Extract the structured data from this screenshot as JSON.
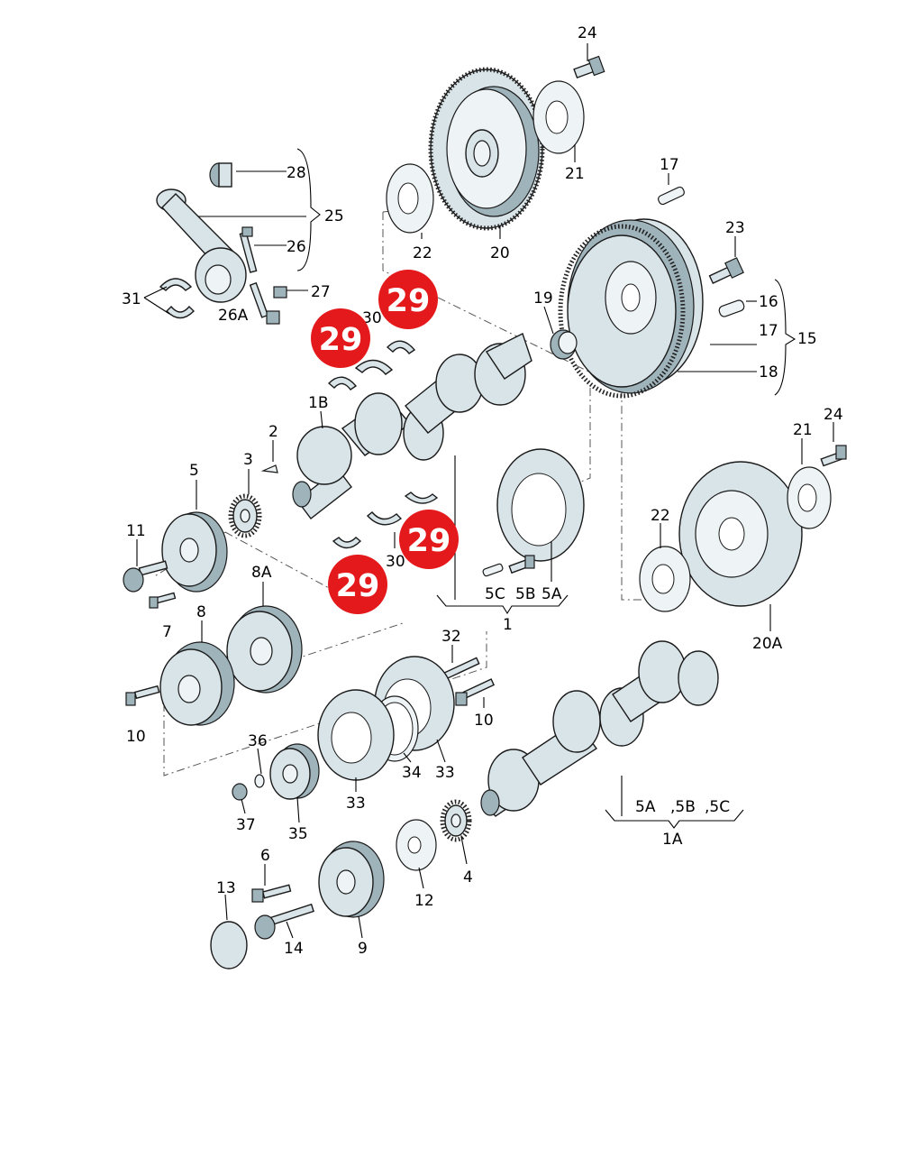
{
  "labels": {
    "l24a": "24",
    "l21a": "21",
    "l22a": "22",
    "l20": "20",
    "l17a": "17",
    "l23": "23",
    "l28": "28",
    "l25": "25",
    "l26": "26",
    "l27": "27",
    "l31": "31",
    "l26A": "26A",
    "l19": "19",
    "l16": "16",
    "l17b": "17",
    "l15": "15",
    "l18": "18",
    "l30a": "30",
    "l1B": "1B",
    "l2": "2",
    "l3": "3",
    "l5": "5",
    "l11": "11",
    "l7": "7",
    "l8A": "8A",
    "l8": "8",
    "l10a": "10",
    "l30b": "30",
    "l5C": "5C",
    "l5B": "5B",
    "l5A": "5A",
    "l1": "1",
    "l21b": "21",
    "l24b": "24",
    "l22b": "22",
    "l20A": "20A",
    "l32": "32",
    "l10b": "10",
    "l36": "36",
    "l34": "34",
    "l33a": "33",
    "l33b": "33",
    "l37": "37",
    "l35": "35",
    "l5Ab": "5A",
    "l5Bb": ",5B",
    "l5Cb": ",5C",
    "l1A": "1A",
    "l6": "6",
    "l13": "13",
    "l12": "12",
    "l4": "4",
    "l14": "14",
    "l9": "9"
  },
  "highlights": {
    "h1": "29",
    "h2": "29",
    "h3": "29",
    "h4": "29"
  },
  "colors": {
    "highlight": "#e3191c",
    "part_fill": "#d9e4e8",
    "part_shadow": "#9fb3bb"
  }
}
